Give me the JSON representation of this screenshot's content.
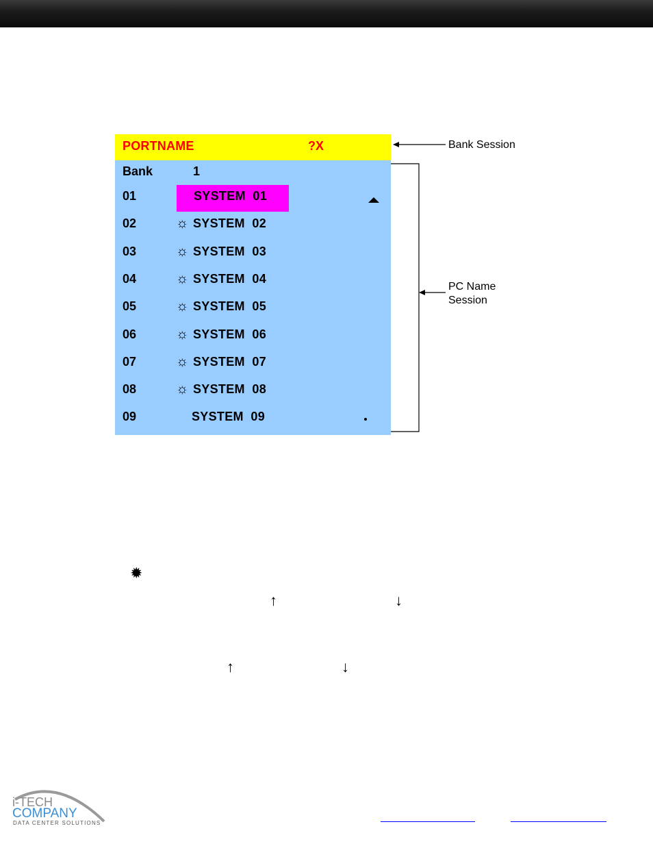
{
  "osd": {
    "title": "PORTNAME",
    "help": "?X",
    "bank_label": "Bank",
    "bank_value": "1",
    "rows": [
      {
        "port": "01",
        "name": "SYSTEM  01",
        "selected": true,
        "sun": false
      },
      {
        "port": "02",
        "name": "SYSTEM  02",
        "selected": false,
        "sun": true
      },
      {
        "port": "03",
        "name": "SYSTEM  03",
        "selected": false,
        "sun": true
      },
      {
        "port": "04",
        "name": "SYSTEM  04",
        "selected": false,
        "sun": true
      },
      {
        "port": "05",
        "name": "SYSTEM  05",
        "selected": false,
        "sun": true
      },
      {
        "port": "06",
        "name": "SYSTEM  06",
        "selected": false,
        "sun": true
      },
      {
        "port": "07",
        "name": "SYSTEM  07",
        "selected": false,
        "sun": true
      },
      {
        "port": "08",
        "name": "SYSTEM  08",
        "selected": false,
        "sun": true
      },
      {
        "port": "09",
        "name": "SYSTEM  09",
        "selected": false,
        "sun": false
      }
    ],
    "sun_glyph": "☼",
    "colors": {
      "header": "#ffff00",
      "title": "#ff0000",
      "body": "#99ccff",
      "selection": "#ff00ff"
    }
  },
  "callouts": {
    "bank_session": "Bank Session",
    "pc_name_session": "PC Name\nSession"
  },
  "symbols": {
    "burst": "✹",
    "up_arrow": "↑",
    "down_arrow": "↓"
  },
  "logo": {
    "line1": "i-TECH",
    "line2": "COMPANY",
    "line3": "DATA CENTER SOLUTIONS"
  }
}
